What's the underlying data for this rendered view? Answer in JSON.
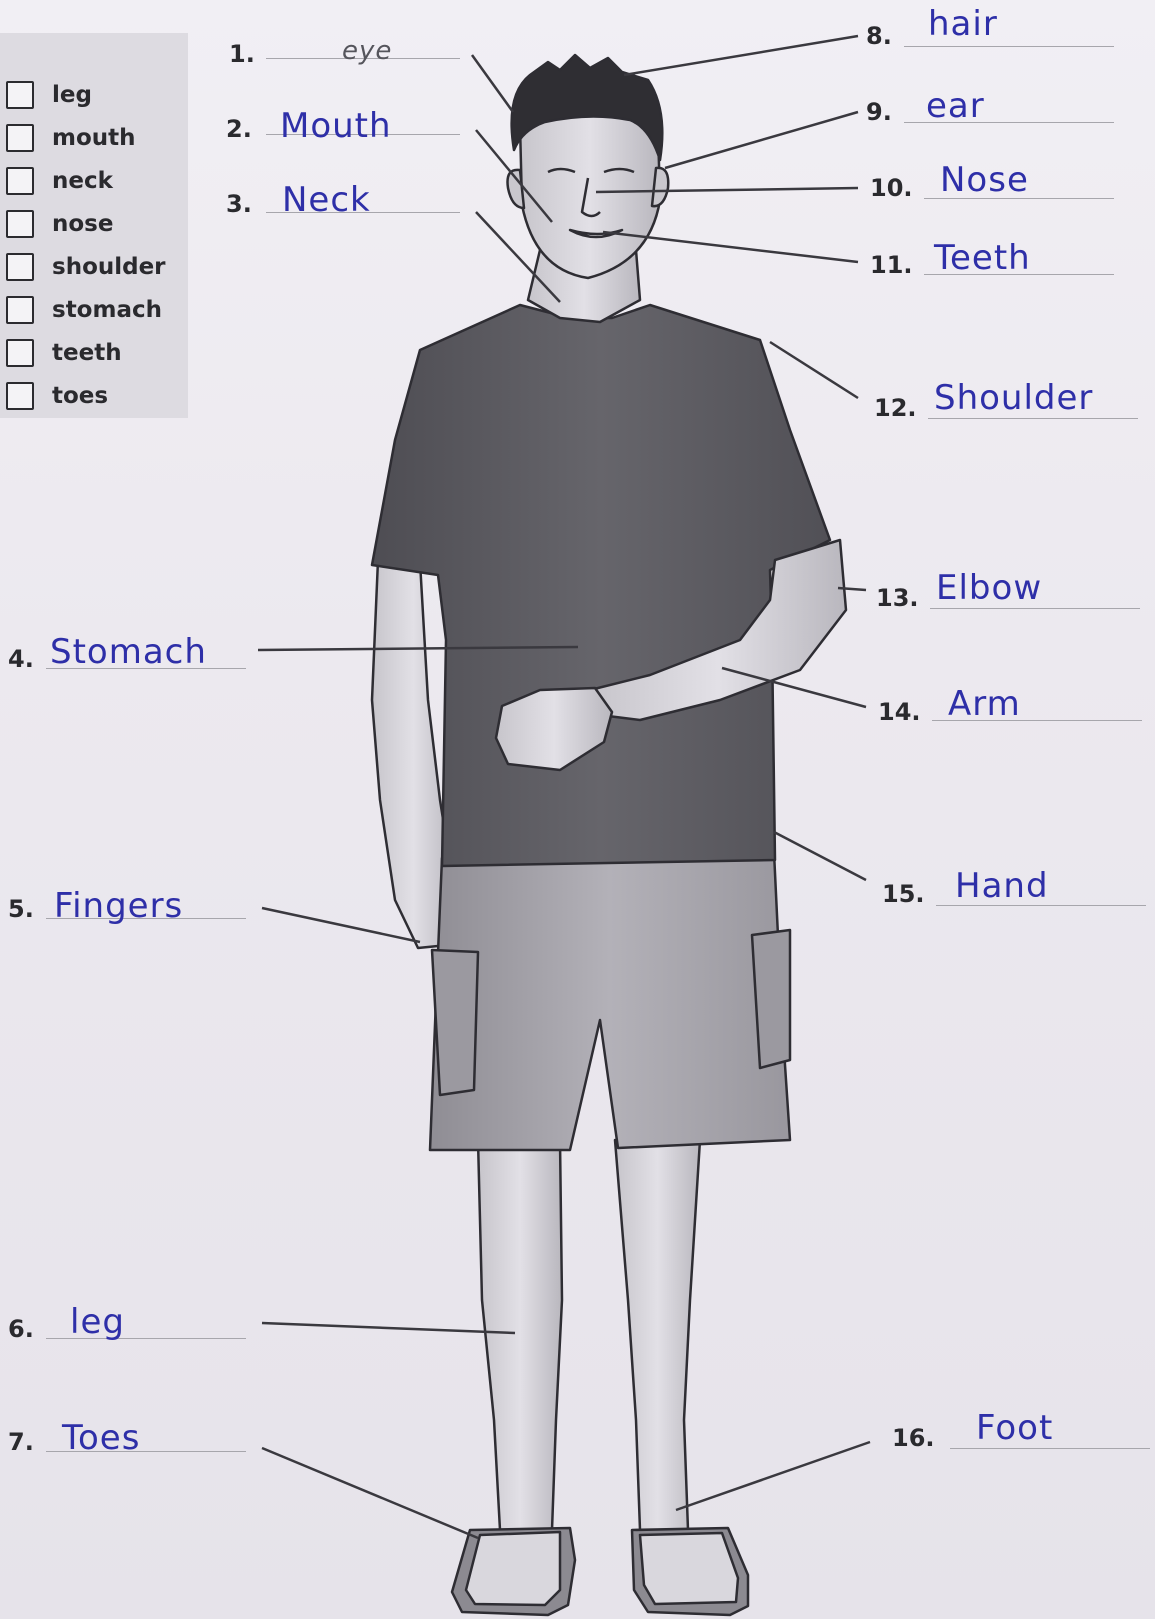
{
  "word_bank": [
    "leg",
    "mouth",
    "neck",
    "nose",
    "shoulder",
    "stomach",
    "teeth",
    "toes"
  ],
  "labels": [
    {
      "n": "1.",
      "answer": "eye"
    },
    {
      "n": "2.",
      "answer": "Mouth"
    },
    {
      "n": "3.",
      "answer": "Neck"
    },
    {
      "n": "4.",
      "answer": "Stomach"
    },
    {
      "n": "5.",
      "answer": "Fingers"
    },
    {
      "n": "6.",
      "answer": "leg"
    },
    {
      "n": "7.",
      "answer": "Toes"
    },
    {
      "n": "8.",
      "answer": "hair"
    },
    {
      "n": "9.",
      "answer": "ear"
    },
    {
      "n": "10.",
      "answer": "Nose"
    },
    {
      "n": "11.",
      "answer": "Teeth"
    },
    {
      "n": "12.",
      "answer": "Shoulder"
    },
    {
      "n": "13.",
      "answer": "Elbow"
    },
    {
      "n": "14.",
      "answer": "Arm"
    },
    {
      "n": "15.",
      "answer": "Hand"
    },
    {
      "n": "16.",
      "answer": "Foot"
    }
  ],
  "colors": {
    "handwriting": "#2e2fa8",
    "print": "#2a2a2e",
    "shirt": "#5c5b61",
    "shorts": "#a6a4ab",
    "skin": "#cfcdd3"
  }
}
